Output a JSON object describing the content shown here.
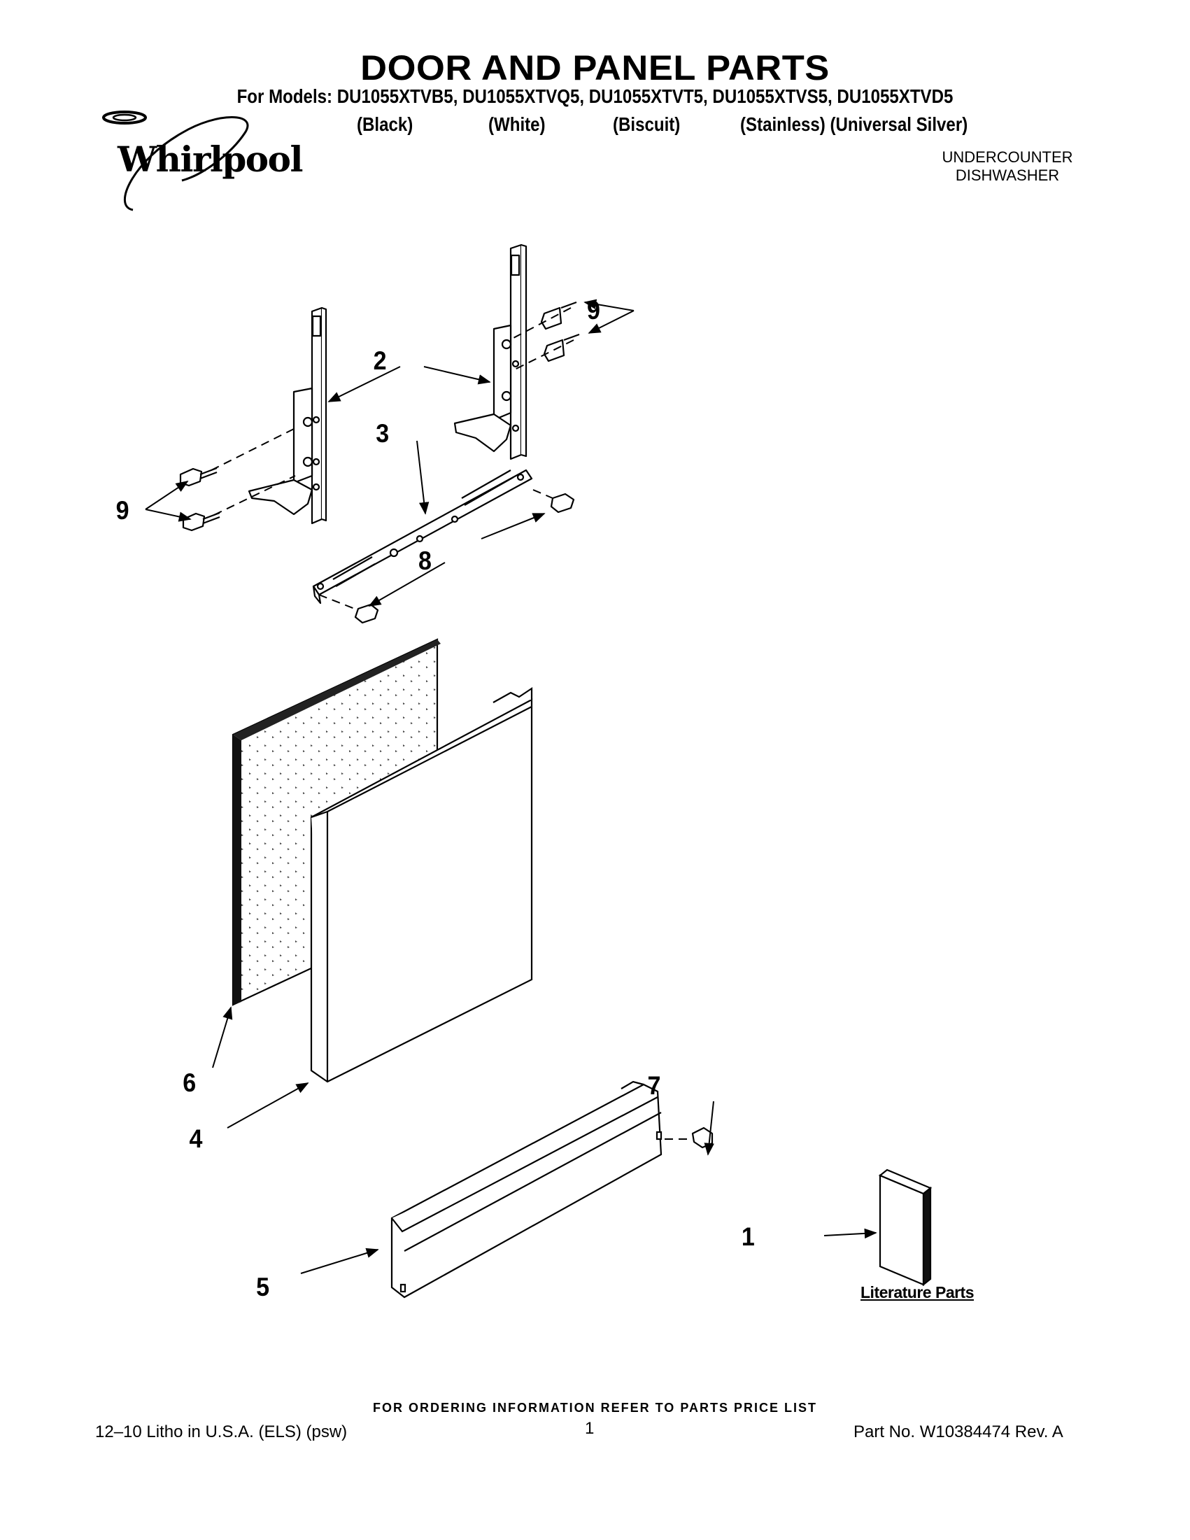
{
  "header": {
    "title": "DOOR AND PANEL PARTS",
    "models_line": "For Models: DU1055XTVB5, DU1055XTVQ5, DU1055XTVT5, DU1055XTVS5, DU1055XTVD5",
    "colors": [
      "(Black)",
      "(White)",
      "(Biscuit)",
      "(Stainless) (Universal Silver)"
    ],
    "brand": "Whirlpool",
    "appliance_line1": "UNDERCOUNTER",
    "appliance_line2": "DISHWASHER"
  },
  "callouts": {
    "c1": "1",
    "c2": "2",
    "c3": "3",
    "c4": "4",
    "c5": "5",
    "c6": "6",
    "c7": "7",
    "c8": "8",
    "c9a": "9",
    "c9b": "9"
  },
  "literature_label": "Literature Parts",
  "footer": {
    "ordering": "FOR ORDERING INFORMATION REFER TO PARTS PRICE LIST",
    "litho": "12–10 Litho in U.S.A. (ELS) (psw)",
    "page": "1",
    "part_no": "Part No. W10384474 Rev. A"
  }
}
